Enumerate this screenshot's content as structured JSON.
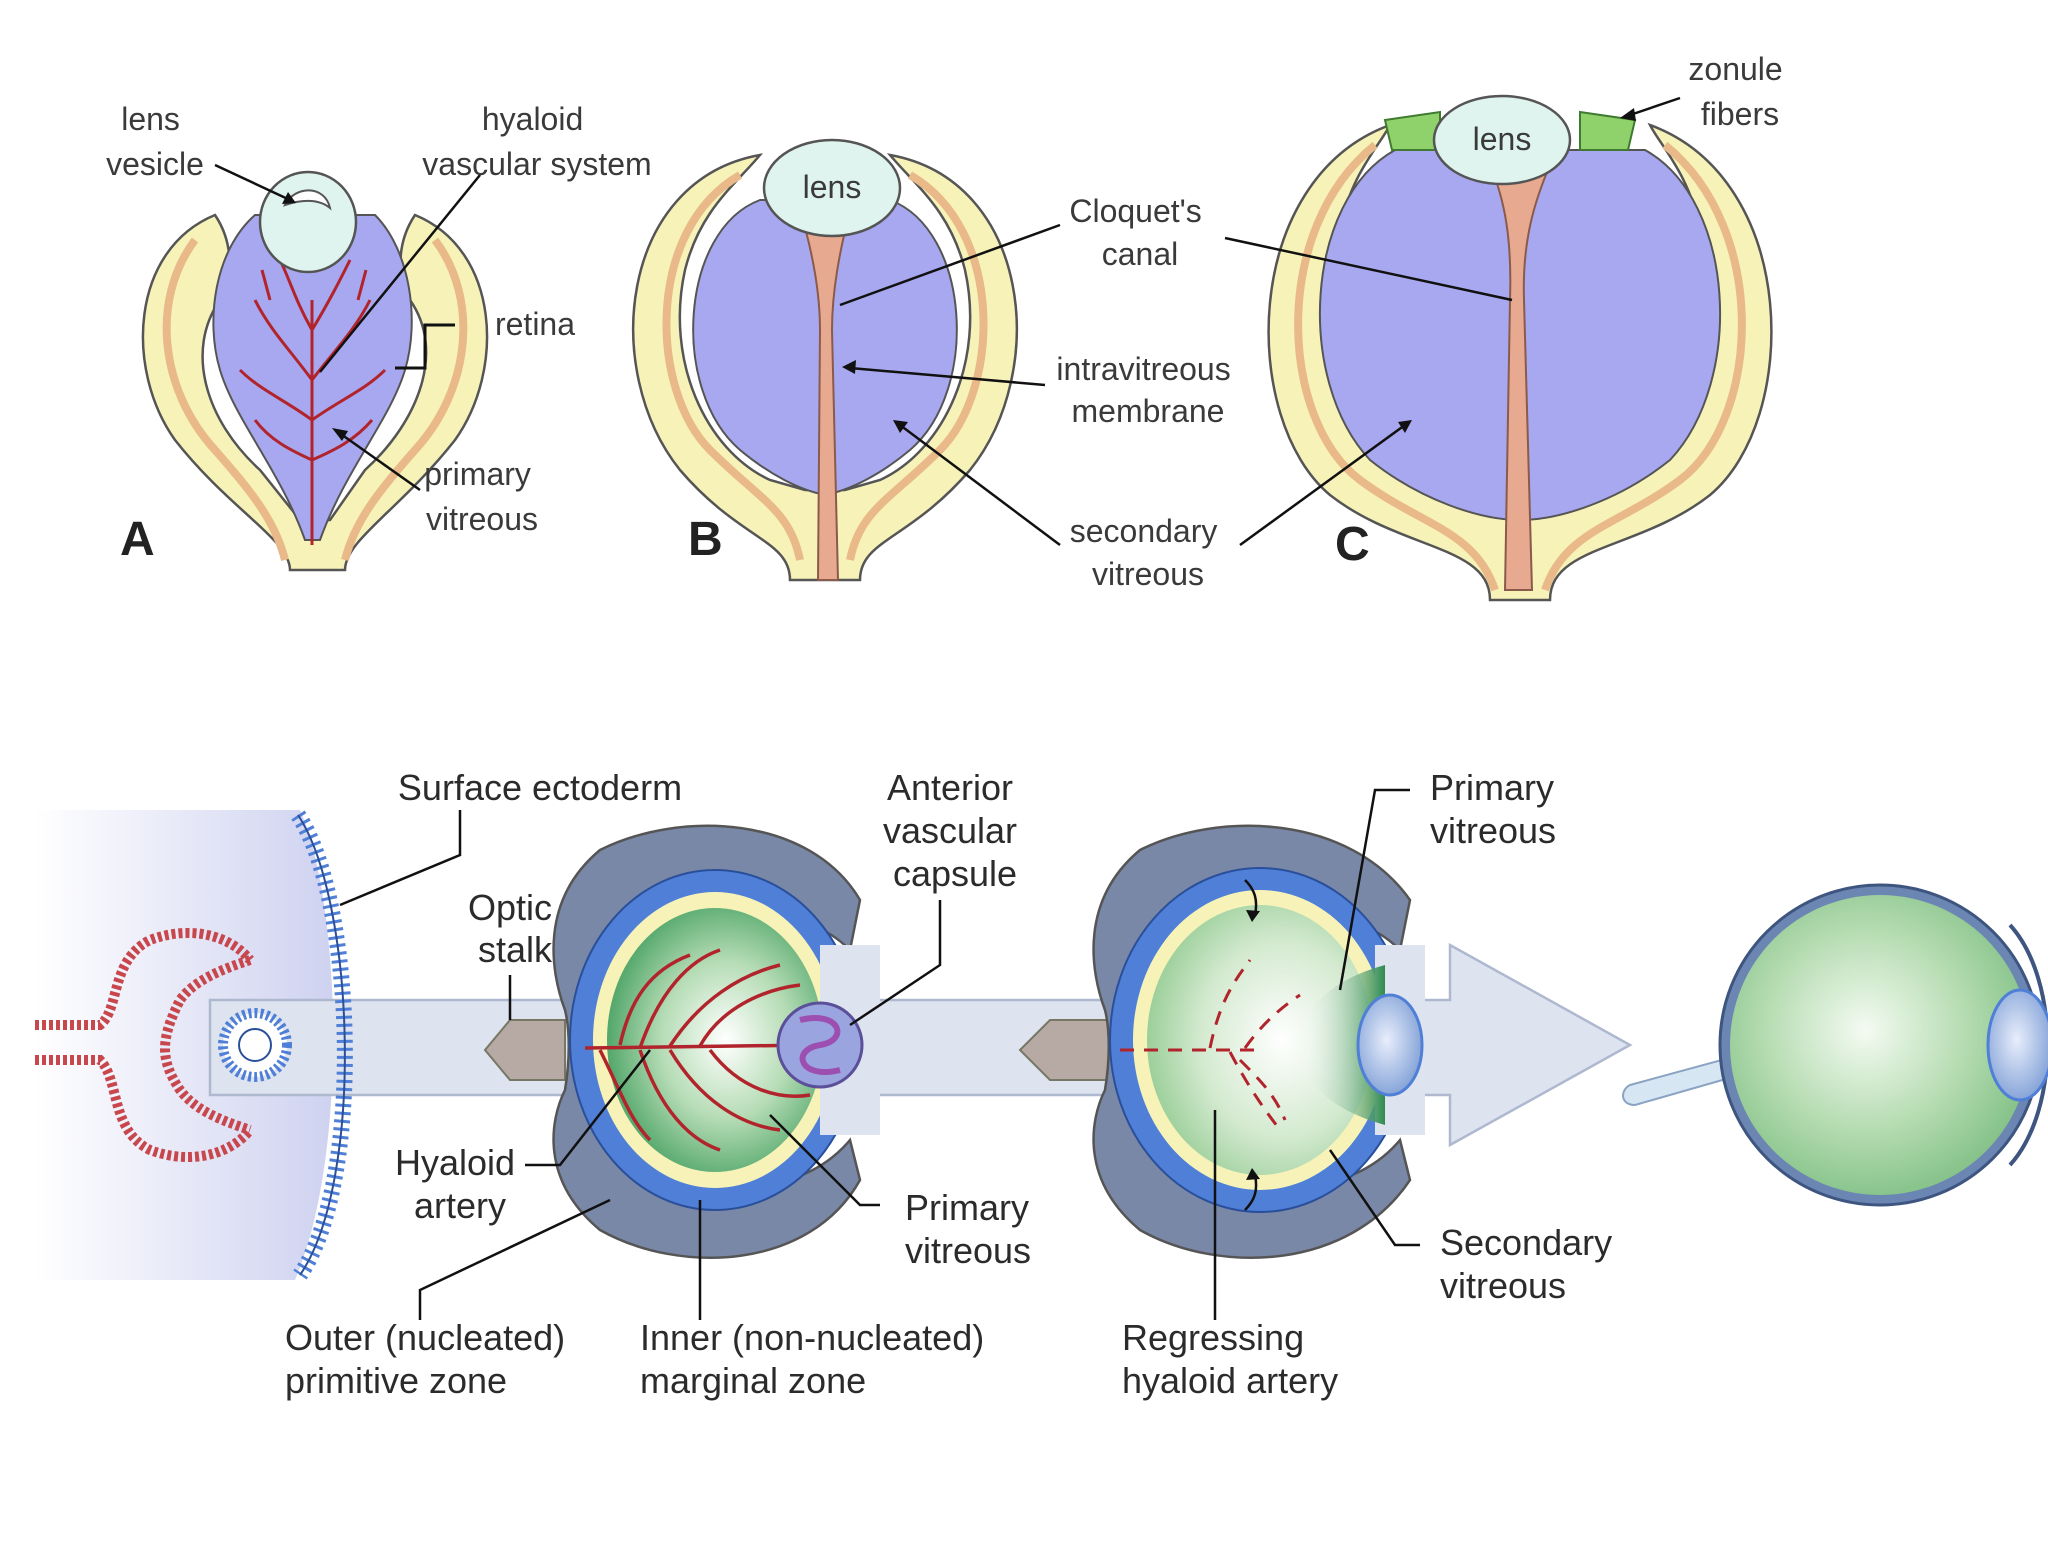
{
  "panel_a": {
    "letter": "A",
    "labels": {
      "lens_vesicle": [
        "lens",
        "vesicle"
      ],
      "hyaloid": [
        "hyaloid",
        "vascular system"
      ],
      "retina": [
        "retina"
      ],
      "primary_vitreous": [
        "primary",
        "vitreous"
      ]
    }
  },
  "panel_b": {
    "letter": "B",
    "lens": "lens"
  },
  "panel_c": {
    "letter": "C",
    "lens": "lens",
    "zonule": [
      "zonule",
      "fibers"
    ]
  },
  "shared_labels": {
    "cloquet": [
      "Cloquet's",
      "canal"
    ],
    "intravitreous": [
      "intravitreous",
      "membrane"
    ],
    "secondary": [
      "secondary",
      "vitreous"
    ]
  },
  "bottom": {
    "surface_ectoderm": [
      "Surface ectoderm"
    ],
    "optic_stalk": [
      "Optic",
      "stalk"
    ],
    "anterior_capsule": [
      "Anterior",
      "vascular",
      "capsule"
    ],
    "primary_vitreous_top": [
      "Primary",
      "vitreous"
    ],
    "hyaloid_artery": [
      "Hyaloid",
      "artery"
    ],
    "primary_vitreous_mid": [
      "Primary",
      "vitreous"
    ],
    "secondary_vitreous": [
      "Secondary",
      "vitreous"
    ],
    "outer_zone": [
      "Outer (nucleated)",
      "primitive zone"
    ],
    "inner_zone": [
      "Inner (non-nucleated)",
      "marginal zone"
    ],
    "regressing": [
      "Regressing",
      "hyaloid artery"
    ]
  },
  "colors": {
    "vitreous_blue": "#a8a8f0",
    "retina_yellow": "#f7f3b8",
    "retina_orange": "#e9b98a",
    "lens_cyan": "#dff4ee",
    "canal_pink": "#e7a98f",
    "vessel_red": "#b2242c",
    "zonule_green": "#8fd16a",
    "eye_green": "#3f9c5c",
    "epithelium_blue": "#4f7fd6",
    "arrow_fill": "#dde3ef"
  }
}
